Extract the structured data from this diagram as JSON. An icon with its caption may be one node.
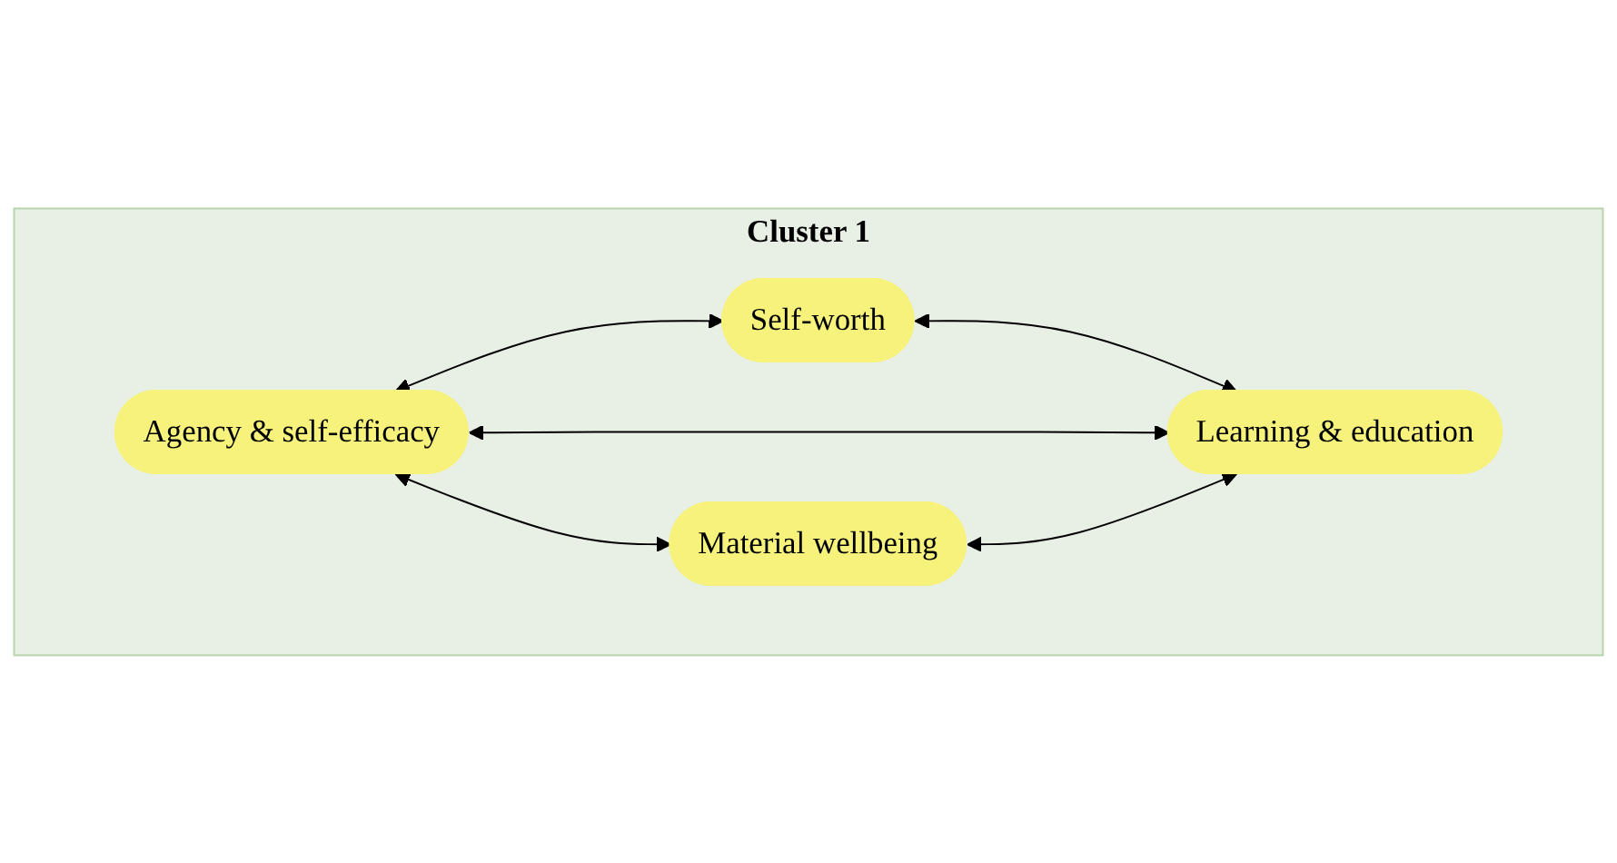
{
  "diagram": {
    "nodes": [
      {
        "text": [
          "Cluster 1"
        ]
      },
      {
        "text": [
          "Self-worth"
        ],
        "in": 0
      },
      {
        "text": [
          "Agency & self-efficacy"
        ],
        "in": 0
      },
      {
        "text": [
          "Learning & education"
        ],
        "in": 0
      },
      {
        "text": [
          "Material wellbeing"
        ],
        "in": 0
      }
    ],
    "edges": [
      {
        "from": 2,
        "to": 1,
        "arrow": "both"
      },
      {
        "from": 1,
        "to": 3,
        "arrow": "both"
      },
      {
        "from": 2,
        "to": 3,
        "arrow": "both"
      },
      {
        "from": 2,
        "to": 4,
        "arrow": "both"
      },
      {
        "from": 4,
        "to": 3,
        "arrow": "both"
      }
    ]
  }
}
